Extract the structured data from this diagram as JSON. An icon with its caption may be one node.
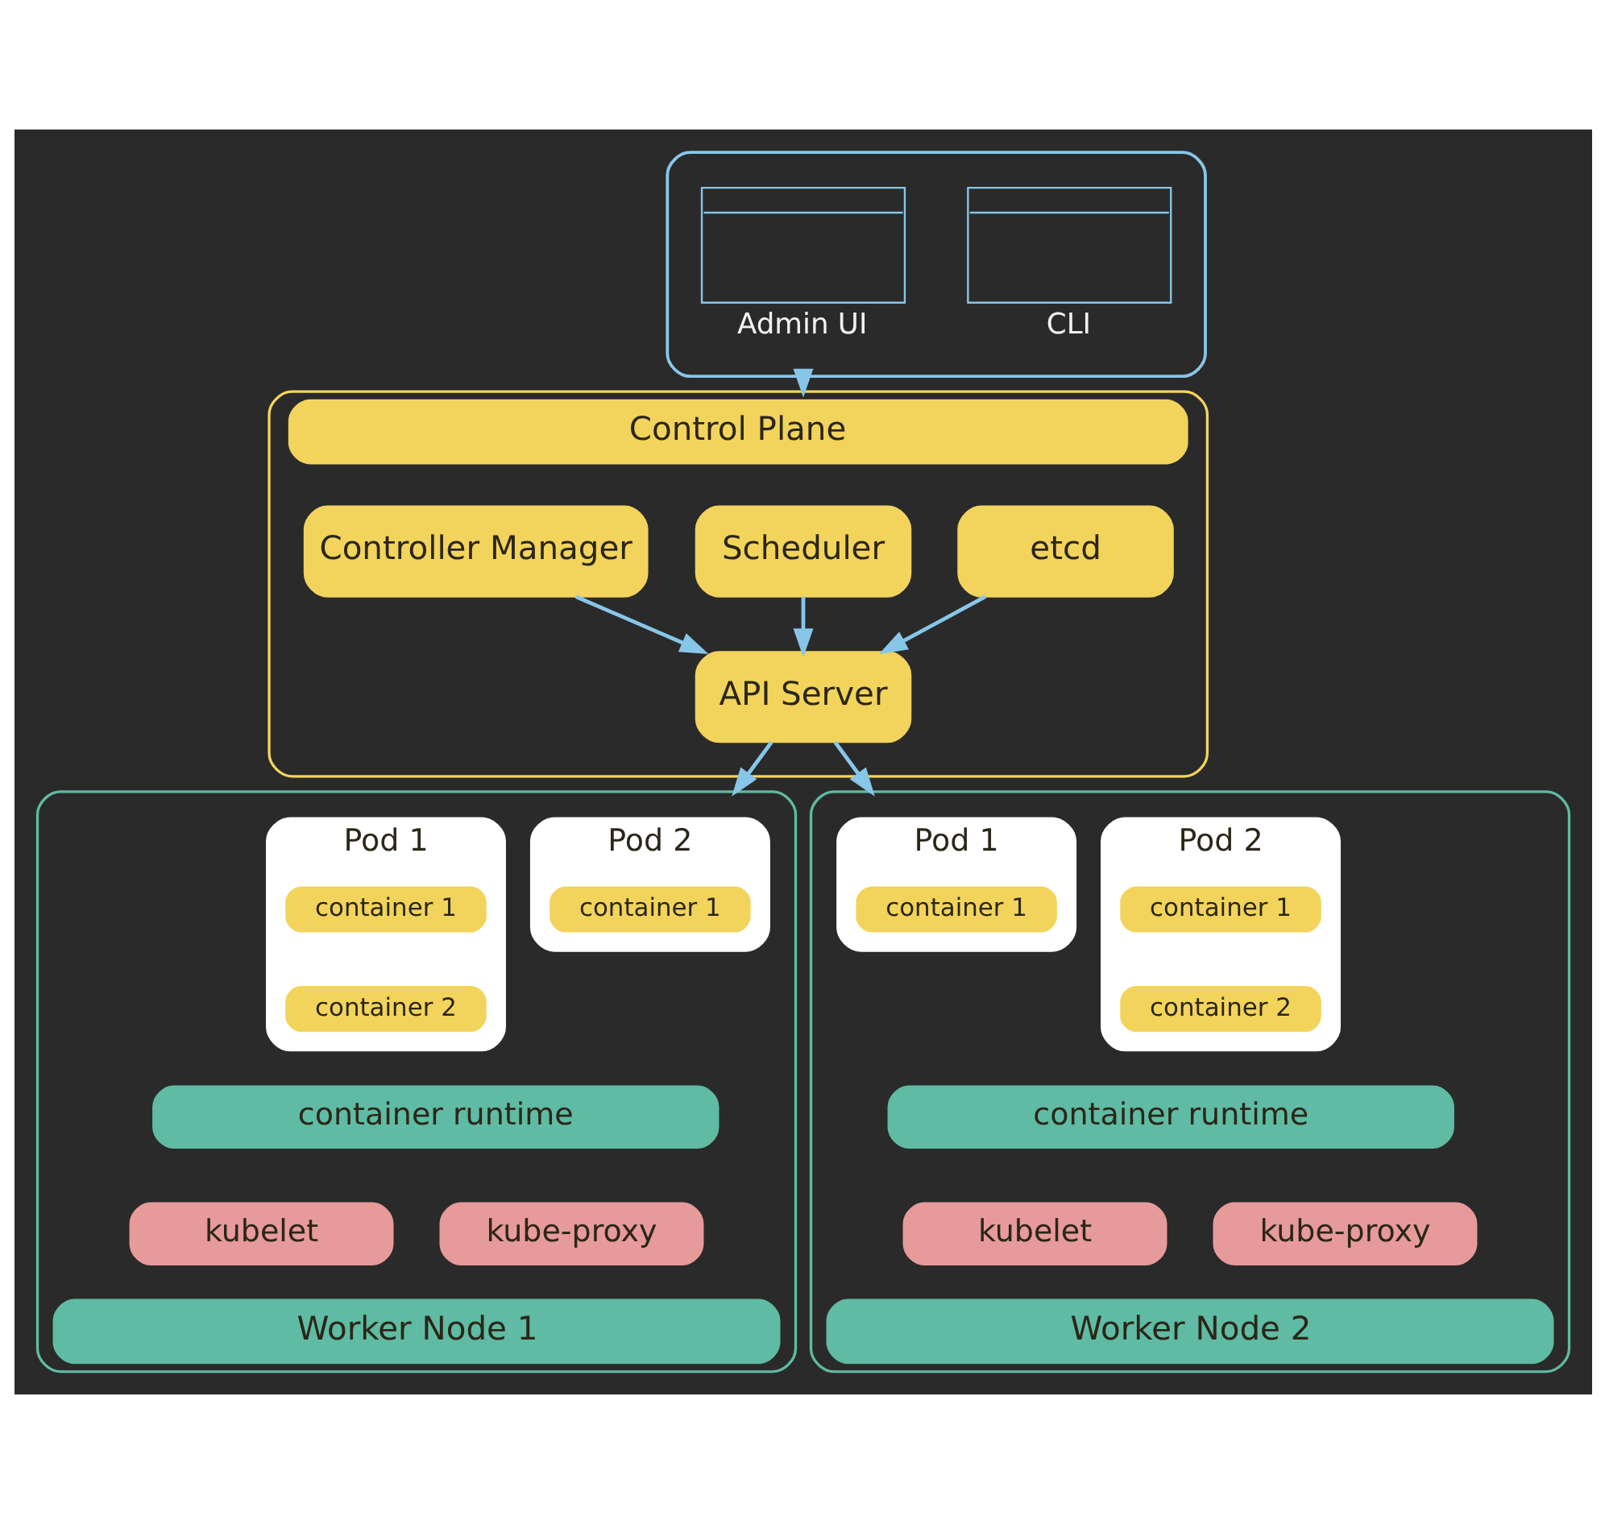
{
  "diagram": {
    "nodes": [
      {
        "text": [],
        "shape": "box"
      },
      {
        "text": [
          "Admin UI"
        ],
        "in": 0
      },
      {
        "text": [
          "CLI"
        ],
        "in": 0
      },
      {
        "text": [
          "Control Plane"
        ]
      },
      {
        "text": [
          "Controller Manager"
        ],
        "in": 3
      },
      {
        "text": [
          "Scheduler"
        ],
        "in": 3
      },
      {
        "text": [
          "etcd"
        ],
        "in": 3
      },
      {
        "text": [
          "API Server"
        ],
        "in": 3
      },
      {
        "text": [
          "Worker Node 1"
        ]
      },
      {
        "text": [
          "Pod 1"
        ],
        "in": 8
      },
      {
        "text": [
          "container 1"
        ],
        "in": 9
      },
      {
        "text": [
          "container 2"
        ],
        "in": 9
      },
      {
        "text": [
          "Pod 2"
        ],
        "in": 8
      },
      {
        "text": [
          "container 1"
        ],
        "in": 12
      },
      {
        "text": [
          "container runtime"
        ],
        "in": 8
      },
      {
        "text": [
          "kubelet"
        ],
        "in": 8
      },
      {
        "text": [
          "kube-proxy"
        ],
        "in": 8
      },
      {
        "text": [
          "Worker Node 2"
        ]
      },
      {
        "text": [
          "Pod 1"
        ],
        "in": 17
      },
      {
        "text": [
          "container 1"
        ],
        "in": 18
      },
      {
        "text": [
          "Pod 2"
        ],
        "in": 17
      },
      {
        "text": [
          "container 1"
        ],
        "in": 20
      },
      {
        "text": [
          "container 2"
        ],
        "in": 20
      },
      {
        "text": [
          "container runtime"
        ],
        "in": 17
      },
      {
        "text": [
          "kubelet"
        ],
        "in": 17
      },
      {
        "text": [
          "kube-proxy"
        ],
        "in": 17
      }
    ],
    "edges": [
      {
        "from": 0,
        "to": 3,
        "arrow": "to"
      },
      {
        "from": 4,
        "to": 7,
        "arrow": "to"
      },
      {
        "from": 5,
        "to": 7,
        "arrow": "to"
      },
      {
        "from": 6,
        "to": 7,
        "arrow": "to"
      },
      {
        "from": 7,
        "to": 8,
        "arrow": "to"
      },
      {
        "from": 7,
        "to": 17,
        "arrow": "to"
      }
    ]
  }
}
